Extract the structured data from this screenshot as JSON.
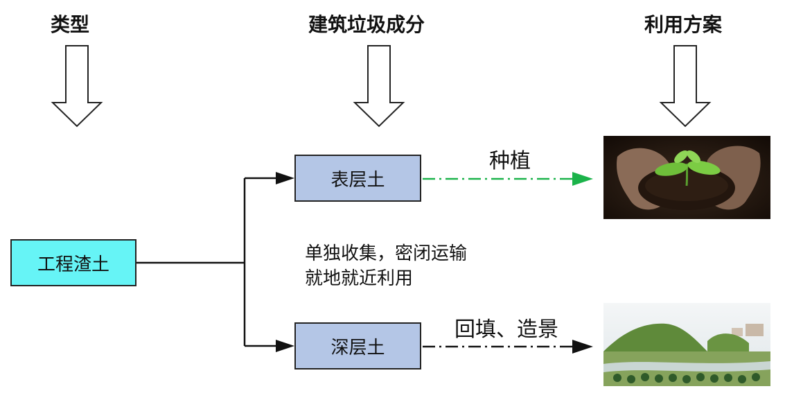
{
  "headers": {
    "type": "类型",
    "composition": "建筑垃圾成分",
    "utilization": "利用方案"
  },
  "nodes": {
    "root": "工程渣土",
    "top": "表层土",
    "bottom": "深层土"
  },
  "edges": {
    "top_label": "种植",
    "bottom_label": "回填、造景"
  },
  "notes": {
    "line1": "单独收集，密闭运输",
    "line2": "就地就近利用"
  },
  "colors": {
    "root_box": "#66f4f6",
    "layer_box": "#b4c6e6",
    "green_arrow": "#1bb34a"
  }
}
